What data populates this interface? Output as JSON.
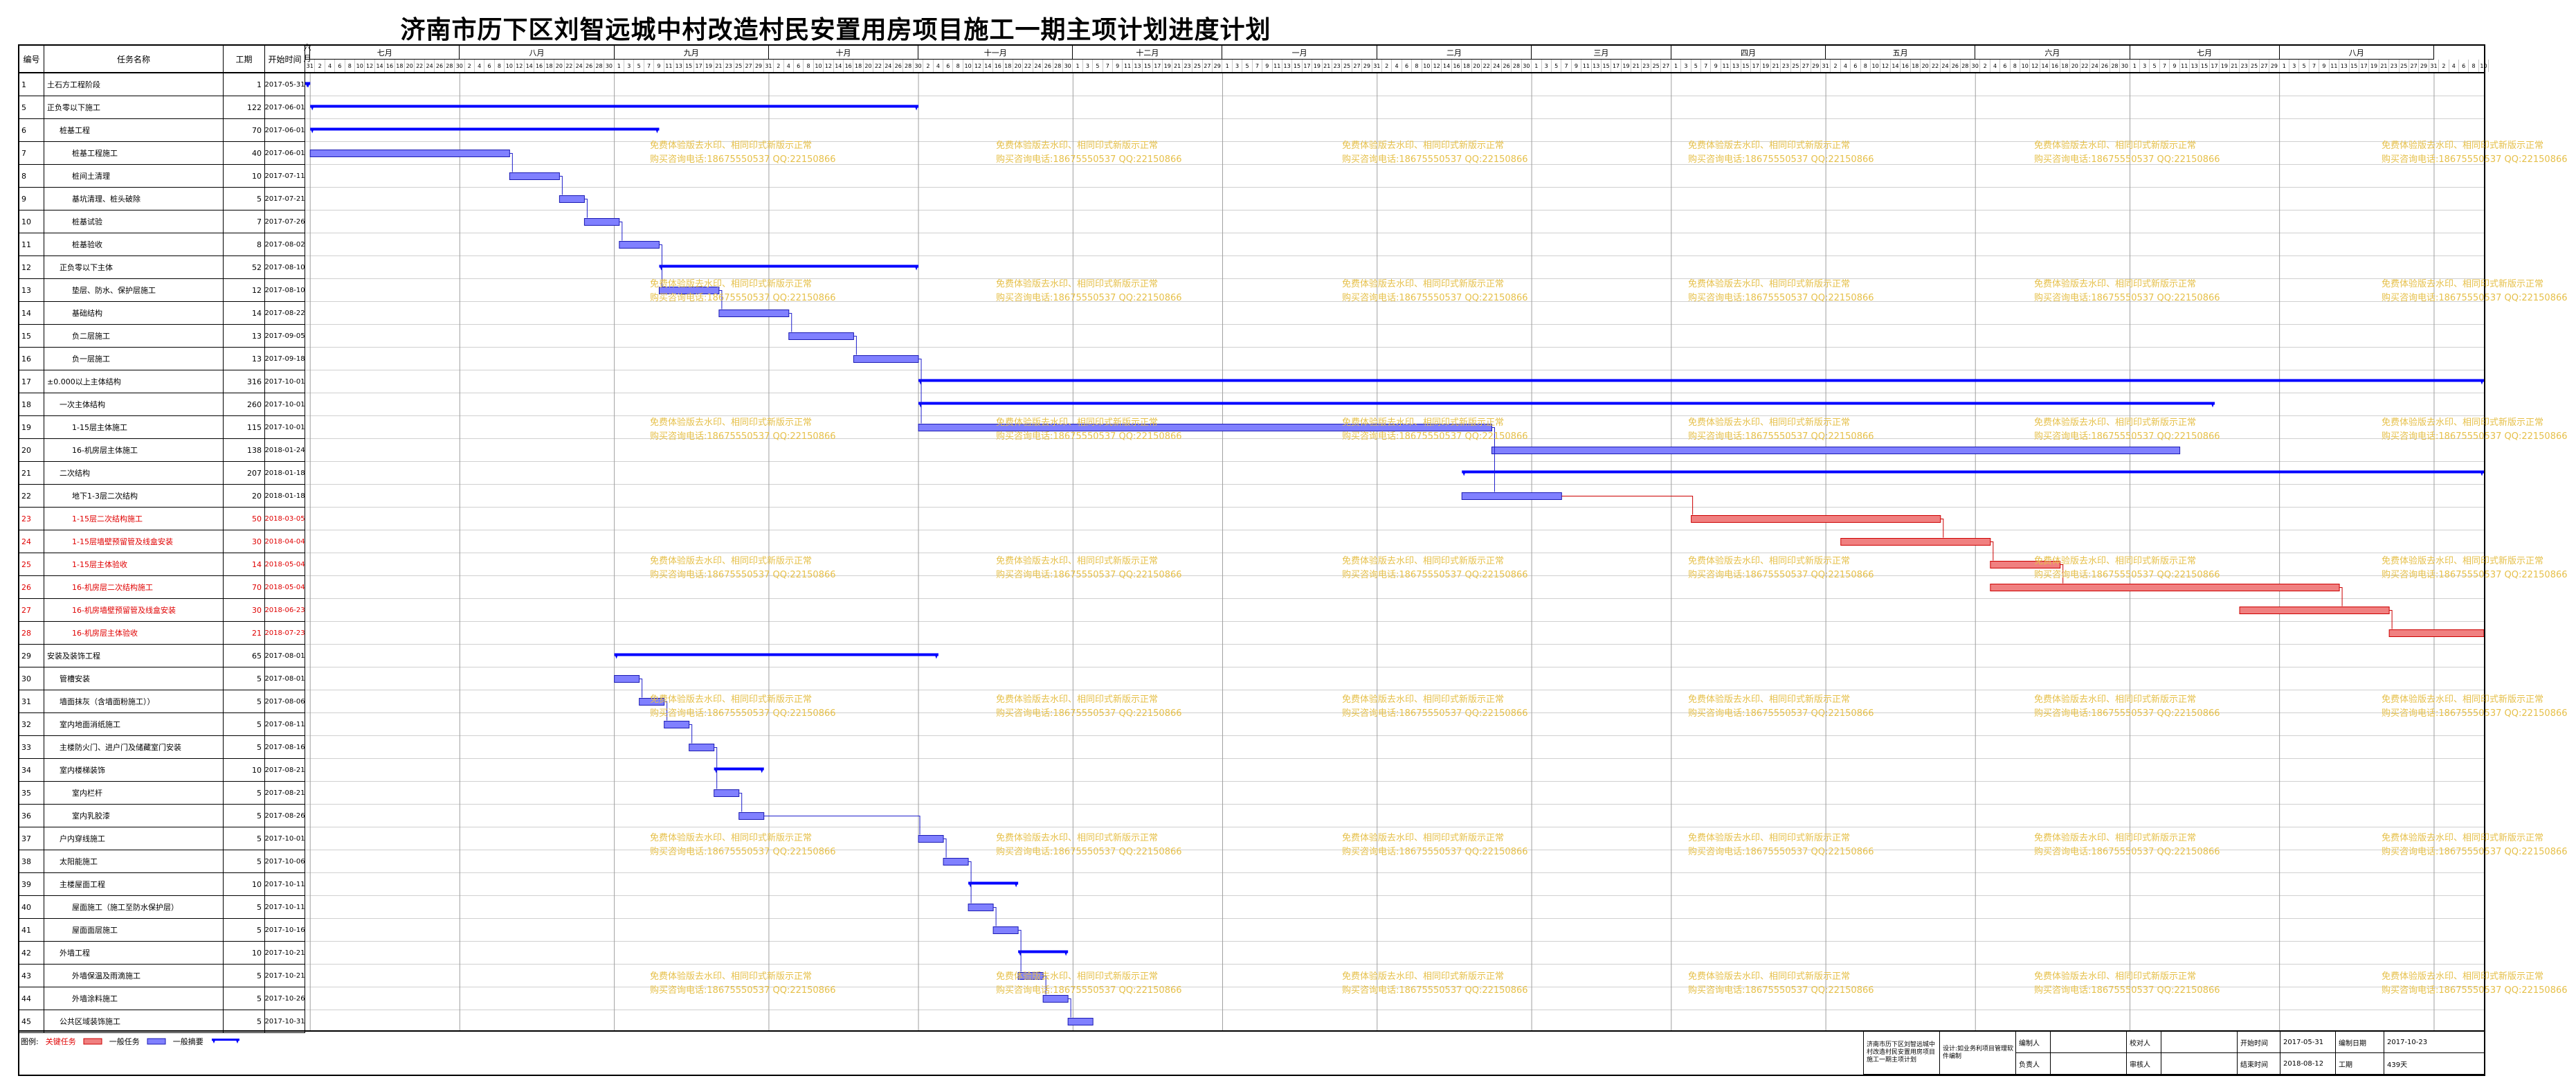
{
  "title": "济南市历下区刘智远城中村改造村民安置用房项目施工一期主项计划进度计划",
  "columns": {
    "id": "编号",
    "name": "任务名称",
    "duration": "工期",
    "start": "开始时间"
  },
  "months": [
    "六月",
    "七月",
    "八月",
    "九月",
    "十月",
    "十一月",
    "十二月",
    "一月",
    "二月",
    "三月",
    "四月",
    "五月",
    "六月",
    "七月",
    "八月"
  ],
  "days_long": [
    "31",
    "2",
    "4",
    "6",
    "8",
    "10",
    "12",
    "14",
    "16",
    "18",
    "20",
    "22",
    "24",
    "26",
    "28",
    "30"
  ],
  "rows": [
    {
      "id": "1",
      "name": "土石方工程阶段",
      "indent": 0,
      "duration": "1",
      "start": "2017-05-31",
      "type": "summary",
      "critical": false
    },
    {
      "id": "5",
      "name": "正负零以下施工",
      "indent": 0,
      "duration": "122",
      "start": "2017-06-01",
      "type": "summary",
      "critical": false
    },
    {
      "id": "6",
      "name": "桩基工程",
      "indent": 1,
      "duration": "70",
      "start": "2017-06-01",
      "type": "summary",
      "critical": false
    },
    {
      "id": "7",
      "name": "桩基工程施工",
      "indent": 2,
      "duration": "40",
      "start": "2017-06-01",
      "type": "task",
      "critical": false
    },
    {
      "id": "8",
      "name": "桩间土清理",
      "indent": 2,
      "duration": "10",
      "start": "2017-07-11",
      "type": "task",
      "critical": false
    },
    {
      "id": "9",
      "name": "基坑清理、桩头破除",
      "indent": 2,
      "duration": "5",
      "start": "2017-07-21",
      "type": "task",
      "critical": false
    },
    {
      "id": "10",
      "name": "桩基试验",
      "indent": 2,
      "duration": "7",
      "start": "2017-07-26",
      "type": "task",
      "critical": false
    },
    {
      "id": "11",
      "name": "桩基验收",
      "indent": 2,
      "duration": "8",
      "start": "2017-08-02",
      "type": "task",
      "critical": false
    },
    {
      "id": "12",
      "name": "正负零以下主体",
      "indent": 1,
      "duration": "52",
      "start": "2017-08-10",
      "type": "summary",
      "critical": false
    },
    {
      "id": "13",
      "name": "垫层、防水、保护层施工",
      "indent": 2,
      "duration": "12",
      "start": "2017-08-10",
      "type": "task",
      "critical": false
    },
    {
      "id": "14",
      "name": "基础结构",
      "indent": 2,
      "duration": "14",
      "start": "2017-08-22",
      "type": "task",
      "critical": false
    },
    {
      "id": "15",
      "name": "负二层施工",
      "indent": 2,
      "duration": "13",
      "start": "2017-09-05",
      "type": "task",
      "critical": false
    },
    {
      "id": "16",
      "name": "负一层施工",
      "indent": 2,
      "duration": "13",
      "start": "2017-09-18",
      "type": "task",
      "critical": false
    },
    {
      "id": "17",
      "name": "±0.000以上主体结构",
      "indent": 0,
      "duration": "316",
      "start": "2017-10-01",
      "type": "summary",
      "critical": false
    },
    {
      "id": "18",
      "name": "一次主体结构",
      "indent": 1,
      "duration": "260",
      "start": "2017-10-01",
      "type": "summary",
      "critical": false
    },
    {
      "id": "19",
      "name": "1-15层主体施工",
      "indent": 2,
      "duration": "115",
      "start": "2017-10-01",
      "type": "task",
      "critical": false
    },
    {
      "id": "20",
      "name": "16-机房层主体施工",
      "indent": 2,
      "duration": "138",
      "start": "2018-01-24",
      "type": "task",
      "critical": false
    },
    {
      "id": "21",
      "name": "二次结构",
      "indent": 1,
      "duration": "207",
      "start": "2018-01-18",
      "type": "summary",
      "critical": false
    },
    {
      "id": "22",
      "name": "地下1-3层二次结构",
      "indent": 2,
      "duration": "20",
      "start": "2018-01-18",
      "type": "task",
      "critical": false
    },
    {
      "id": "23",
      "name": "1-15层二次结构施工",
      "indent": 2,
      "duration": "50",
      "start": "2018-03-05",
      "type": "task",
      "critical": true
    },
    {
      "id": "24",
      "name": "1-15层墙壁预留管及线盒安装",
      "indent": 2,
      "duration": "30",
      "start": "2018-04-04",
      "type": "task",
      "critical": true
    },
    {
      "id": "25",
      "name": "1-15层主体验收",
      "indent": 2,
      "duration": "14",
      "start": "2018-05-04",
      "type": "task",
      "critical": true
    },
    {
      "id": "26",
      "name": "16-机房层二次结构施工",
      "indent": 2,
      "duration": "70",
      "start": "2018-05-04",
      "type": "task",
      "critical": true
    },
    {
      "id": "27",
      "name": "16-机房墙壁预留管及线盒安装",
      "indent": 2,
      "duration": "30",
      "start": "2018-06-23",
      "type": "task",
      "critical": true
    },
    {
      "id": "28",
      "name": "16-机房层主体验收",
      "indent": 2,
      "duration": "21",
      "start": "2018-07-23",
      "type": "task",
      "critical": true
    },
    {
      "id": "29",
      "name": "安装及装饰工程",
      "indent": 0,
      "duration": "65",
      "start": "2017-08-01",
      "type": "summary",
      "critical": false
    },
    {
      "id": "30",
      "name": "管槽安装",
      "indent": 1,
      "duration": "5",
      "start": "2017-08-01",
      "type": "task",
      "critical": false
    },
    {
      "id": "31",
      "name": "墙面抹灰（含墙面粉施工））",
      "indent": 1,
      "duration": "5",
      "start": "2017-08-06",
      "type": "task",
      "critical": false
    },
    {
      "id": "32",
      "name": "室内地面消纸施工",
      "indent": 1,
      "duration": "5",
      "start": "2017-08-11",
      "type": "task",
      "critical": false
    },
    {
      "id": "33",
      "name": "主楼防火门、进户门及储藏室门安装",
      "indent": 1,
      "duration": "5",
      "start": "2017-08-16",
      "type": "task",
      "critical": false
    },
    {
      "id": "34",
      "name": "室内楼梯装饰",
      "indent": 1,
      "duration": "10",
      "start": "2017-08-21",
      "type": "summary",
      "critical": false
    },
    {
      "id": "35",
      "name": "室内栏杆",
      "indent": 2,
      "duration": "5",
      "start": "2017-08-21",
      "type": "task",
      "critical": false
    },
    {
      "id": "36",
      "name": "室内乳胶漆",
      "indent": 2,
      "duration": "5",
      "start": "2017-08-26",
      "type": "task",
      "critical": false
    },
    {
      "id": "37",
      "name": "户内穿线施工",
      "indent": 1,
      "duration": "5",
      "start": "2017-10-01",
      "type": "task",
      "critical": false
    },
    {
      "id": "38",
      "name": "太阳能施工",
      "indent": 1,
      "duration": "5",
      "start": "2017-10-06",
      "type": "task",
      "critical": false
    },
    {
      "id": "39",
      "name": "主楼屋面工程",
      "indent": 1,
      "duration": "10",
      "start": "2017-10-11",
      "type": "summary",
      "critical": false
    },
    {
      "id": "40",
      "name": "屋面施工（施工至防水保护层）",
      "indent": 2,
      "duration": "5",
      "start": "2017-10-11",
      "type": "task",
      "critical": false
    },
    {
      "id": "41",
      "name": "屋面面层施工",
      "indent": 2,
      "duration": "5",
      "start": "2017-10-16",
      "type": "task",
      "critical": false
    },
    {
      "id": "42",
      "name": "外墙工程",
      "indent": 1,
      "duration": "10",
      "start": "2017-10-21",
      "type": "summary",
      "critical": false
    },
    {
      "id": "43",
      "name": "外墙保温及雨滴施工",
      "indent": 2,
      "duration": "5",
      "start": "2017-10-21",
      "type": "task",
      "critical": false
    },
    {
      "id": "44",
      "name": "外墙涂料施工",
      "indent": 2,
      "duration": "5",
      "start": "2017-10-26",
      "type": "task",
      "critical": false
    },
    {
      "id": "45",
      "name": "公共区域装饰施工",
      "indent": 1,
      "duration": "5",
      "start": "2017-10-31",
      "type": "task",
      "critical": false
    }
  ],
  "chart_data": {
    "type": "gantt",
    "timeline_start": "2017-05-31",
    "timeline_end": "2018-08-10",
    "tasks": [
      {
        "id": "1",
        "start": "2017-05-31",
        "duration": 1,
        "type": "summary",
        "critical": false
      },
      {
        "id": "5",
        "start": "2017-06-01",
        "duration": 122,
        "type": "summary",
        "critical": false
      },
      {
        "id": "6",
        "start": "2017-06-01",
        "duration": 70,
        "type": "summary",
        "critical": false
      },
      {
        "id": "7",
        "start": "2017-06-01",
        "duration": 40,
        "type": "task",
        "critical": false
      },
      {
        "id": "8",
        "start": "2017-07-11",
        "duration": 10,
        "type": "task",
        "critical": false
      },
      {
        "id": "9",
        "start": "2017-07-21",
        "duration": 5,
        "type": "task",
        "critical": false
      },
      {
        "id": "10",
        "start": "2017-07-26",
        "duration": 7,
        "type": "task",
        "critical": false
      },
      {
        "id": "11",
        "start": "2017-08-02",
        "duration": 8,
        "type": "task",
        "critical": false
      },
      {
        "id": "12",
        "start": "2017-08-10",
        "duration": 52,
        "type": "summary",
        "critical": false
      },
      {
        "id": "13",
        "start": "2017-08-10",
        "duration": 12,
        "type": "task",
        "critical": false
      },
      {
        "id": "14",
        "start": "2017-08-22",
        "duration": 14,
        "type": "task",
        "critical": false
      },
      {
        "id": "15",
        "start": "2017-09-05",
        "duration": 13,
        "type": "task",
        "critical": false
      },
      {
        "id": "16",
        "start": "2017-09-18",
        "duration": 13,
        "type": "task",
        "critical": false
      },
      {
        "id": "17",
        "start": "2017-10-01",
        "duration": 316,
        "type": "summary",
        "critical": false
      },
      {
        "id": "18",
        "start": "2017-10-01",
        "duration": 260,
        "type": "summary",
        "critical": false
      },
      {
        "id": "19",
        "start": "2017-10-01",
        "duration": 115,
        "type": "task",
        "critical": false
      },
      {
        "id": "20",
        "start": "2018-01-24",
        "duration": 138,
        "type": "task",
        "critical": false
      },
      {
        "id": "21",
        "start": "2018-01-18",
        "duration": 207,
        "type": "summary",
        "critical": false
      },
      {
        "id": "22",
        "start": "2018-01-18",
        "duration": 20,
        "type": "task",
        "critical": false
      },
      {
        "id": "23",
        "start": "2018-03-05",
        "duration": 50,
        "type": "task",
        "critical": true
      },
      {
        "id": "24",
        "start": "2018-04-04",
        "duration": 30,
        "type": "task",
        "critical": true
      },
      {
        "id": "25",
        "start": "2018-05-04",
        "duration": 14,
        "type": "task",
        "critical": true
      },
      {
        "id": "26",
        "start": "2018-05-04",
        "duration": 70,
        "type": "task",
        "critical": true
      },
      {
        "id": "27",
        "start": "2018-06-23",
        "duration": 30,
        "type": "task",
        "critical": true
      },
      {
        "id": "28",
        "start": "2018-07-23",
        "duration": 21,
        "type": "task",
        "critical": true
      },
      {
        "id": "29",
        "start": "2017-08-01",
        "duration": 65,
        "type": "summary",
        "critical": false
      },
      {
        "id": "30",
        "start": "2017-08-01",
        "duration": 5,
        "type": "task",
        "critical": false
      },
      {
        "id": "31",
        "start": "2017-08-06",
        "duration": 5,
        "type": "task",
        "critical": false
      },
      {
        "id": "32",
        "start": "2017-08-11",
        "duration": 5,
        "type": "task",
        "critical": false
      },
      {
        "id": "33",
        "start": "2017-08-16",
        "duration": 5,
        "type": "task",
        "critical": false
      },
      {
        "id": "34",
        "start": "2017-08-21",
        "duration": 10,
        "type": "summary",
        "critical": false
      },
      {
        "id": "35",
        "start": "2017-08-21",
        "duration": 5,
        "type": "task",
        "critical": false
      },
      {
        "id": "36",
        "start": "2017-08-26",
        "duration": 5,
        "type": "task",
        "critical": false
      },
      {
        "id": "37",
        "start": "2017-10-01",
        "duration": 5,
        "type": "task",
        "critical": false
      },
      {
        "id": "38",
        "start": "2017-10-06",
        "duration": 5,
        "type": "task",
        "critical": false
      },
      {
        "id": "39",
        "start": "2017-10-11",
        "duration": 10,
        "type": "summary",
        "critical": false
      },
      {
        "id": "40",
        "start": "2017-10-11",
        "duration": 5,
        "type": "task",
        "critical": false
      },
      {
        "id": "41",
        "start": "2017-10-16",
        "duration": 5,
        "type": "task",
        "critical": false
      },
      {
        "id": "42",
        "start": "2017-10-21",
        "duration": 10,
        "type": "summary",
        "critical": false
      },
      {
        "id": "43",
        "start": "2017-10-21",
        "duration": 5,
        "type": "task",
        "critical": false
      },
      {
        "id": "44",
        "start": "2017-10-26",
        "duration": 5,
        "type": "task",
        "critical": false
      },
      {
        "id": "45",
        "start": "2017-10-31",
        "duration": 5,
        "type": "task",
        "critical": false
      }
    ]
  },
  "watermark": {
    "line1": "免费体验版去水印、相同印式新版示正常",
    "line2": "购买咨询电话:18675550537 QQ:22150866"
  },
  "legend": {
    "label": "图例:",
    "critical": "关键任务",
    "normal": "一般任务",
    "summary": "一般摘要"
  },
  "colors": {
    "summary": "#0000ff",
    "normal_fill": "#8080ff",
    "normal_stroke": "#1a1ab3",
    "critical_fill": "#f08080",
    "critical_stroke": "#cc0000",
    "link": "#2020cc",
    "watermark": "#e6c04a"
  },
  "signature_block": {
    "project": "济南市历下区刘智远城中村改造村民安置用房项目施工一期主项计划",
    "unit": "设计:如业务利项目管理软件编制",
    "preparer_label": "编制人",
    "responsible_label": "负责人",
    "checker_label": "校对人",
    "reviewer_label": "审核人",
    "start_label": "开始时间",
    "start_value": "2017-05-31",
    "end_label": "结束时间",
    "end_value": "2018-08-12",
    "print_label": "编制日期",
    "print_value": "2017-10-23",
    "duration_label": "工期",
    "duration_value": "439天"
  }
}
